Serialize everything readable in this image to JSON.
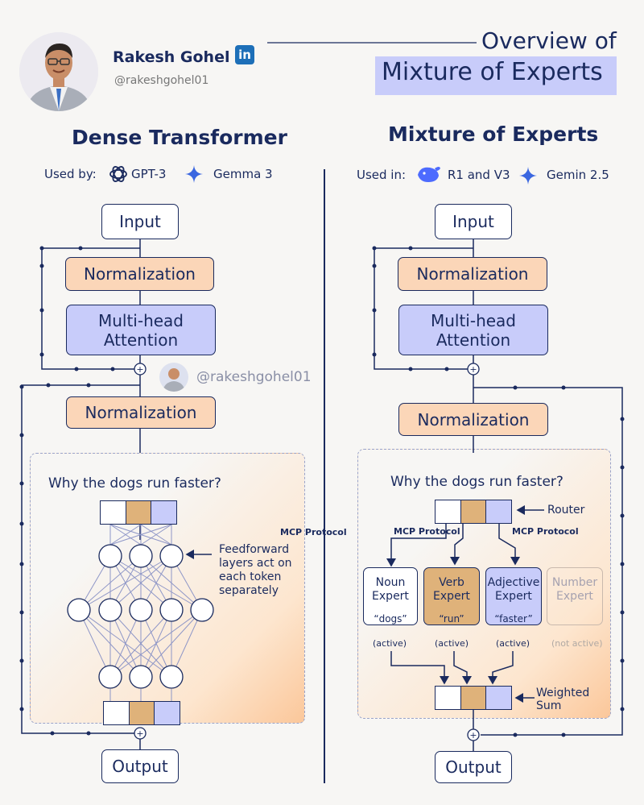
{
  "author": {
    "name": "Rakesh Gohel",
    "linkedin_badge": "in",
    "handle": "@rakeshgohel01",
    "watermark": "@rakeshgohel01"
  },
  "page_title": {
    "line1": "Overview of",
    "line2": "Mixture of Experts"
  },
  "colors": {
    "navy": "#1a2a5e",
    "normalization": "#fbd6b8",
    "attention": "#c8ccfa",
    "token_peach": "#dfb27a",
    "token_lilac": "#c8ccfa"
  },
  "dense": {
    "heading": "Dense Transformer",
    "used_label": "Used by:",
    "models": [
      {
        "icon": "openai-icon",
        "name": "GPT-3"
      },
      {
        "icon": "gemini-sparkle-icon",
        "name": "Gemma 3"
      }
    ],
    "input": "Input",
    "norm1": "Normalization",
    "attention": "Multi-head\nAttention",
    "norm2": "Normalization",
    "question": "Why the dogs run faster?",
    "ff_note": "Feedforward\nlayers act on\neach token\nseparately",
    "output": "Output"
  },
  "moe": {
    "heading": "Mixture of Experts",
    "used_label": "Used in:",
    "models": [
      {
        "icon": "deepseek-whale-icon",
        "name": "R1 and V3"
      },
      {
        "icon": "gemini-sparkle-icon",
        "name": "Gemin 2.5"
      }
    ],
    "input": "Input",
    "norm1": "Normalization",
    "attention": "Multi-head\nAttention",
    "norm2": "Normalization",
    "question": "Why the dogs run faster?",
    "router": "Router",
    "protocol_label": "MCP Protocol",
    "experts": [
      {
        "name": "Noun\nExpert",
        "token": "“dogs”",
        "status": "(active)"
      },
      {
        "name": "Verb\nExpert",
        "token": "“run”",
        "status": "(active)"
      },
      {
        "name": "Adjective\nExpert",
        "token": "“faster”",
        "status": "(active)"
      },
      {
        "name": "Number\nExpert",
        "token": "",
        "status": "(not active)"
      }
    ],
    "weighted_sum": "Weighted\nSum",
    "output": "Output"
  },
  "middle_protocol_label": "MCP Protocol",
  "plus_sign": "+"
}
